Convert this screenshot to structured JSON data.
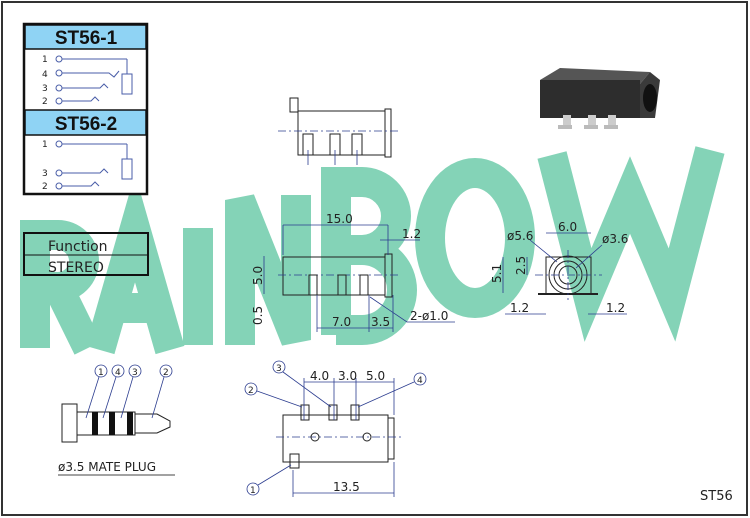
{
  "watermark": {
    "text": "RAINBOW",
    "letters": [
      "R",
      "A",
      "I",
      "N",
      "B",
      "O",
      "W"
    ],
    "color": "#84d3b7"
  },
  "schematics": [
    {
      "title": "ST56-1",
      "pins": [
        "1",
        "4",
        "3",
        "2"
      ]
    },
    {
      "title": "ST56-2",
      "pins": [
        "1",
        "3",
        "2"
      ]
    }
  ],
  "function_table": {
    "header": "Function",
    "value": "STEREO"
  },
  "side_view_dims": {
    "length": "15.0",
    "flange": "1.2",
    "height": "5.0",
    "standoff": "0.5",
    "pitch1": "7.0",
    "pitch2": "3.5",
    "pegs": "2-ø1.0"
  },
  "front_view_dims": {
    "width": "6.0",
    "outer_dia": "ø5.6",
    "inner_dia": "ø3.6",
    "height": "5.1",
    "center": "2.5",
    "left_tab": "1.2",
    "right_tab": "1.2"
  },
  "bottom_view_dims": {
    "d1": "4.0",
    "d2": "3.0",
    "d3": "5.0",
    "length": "13.5",
    "callouts": [
      "1",
      "2",
      "3",
      "4"
    ]
  },
  "plug": {
    "caption": "ø3.5 MATE PLUG",
    "callouts": [
      "1",
      "4",
      "3",
      "2"
    ]
  },
  "model_code": "ST56",
  "colors": {
    "header_bg": "#8fd3f4",
    "line_blue": "#2b3c8f",
    "schematic_blue": "#4a5ea8"
  }
}
